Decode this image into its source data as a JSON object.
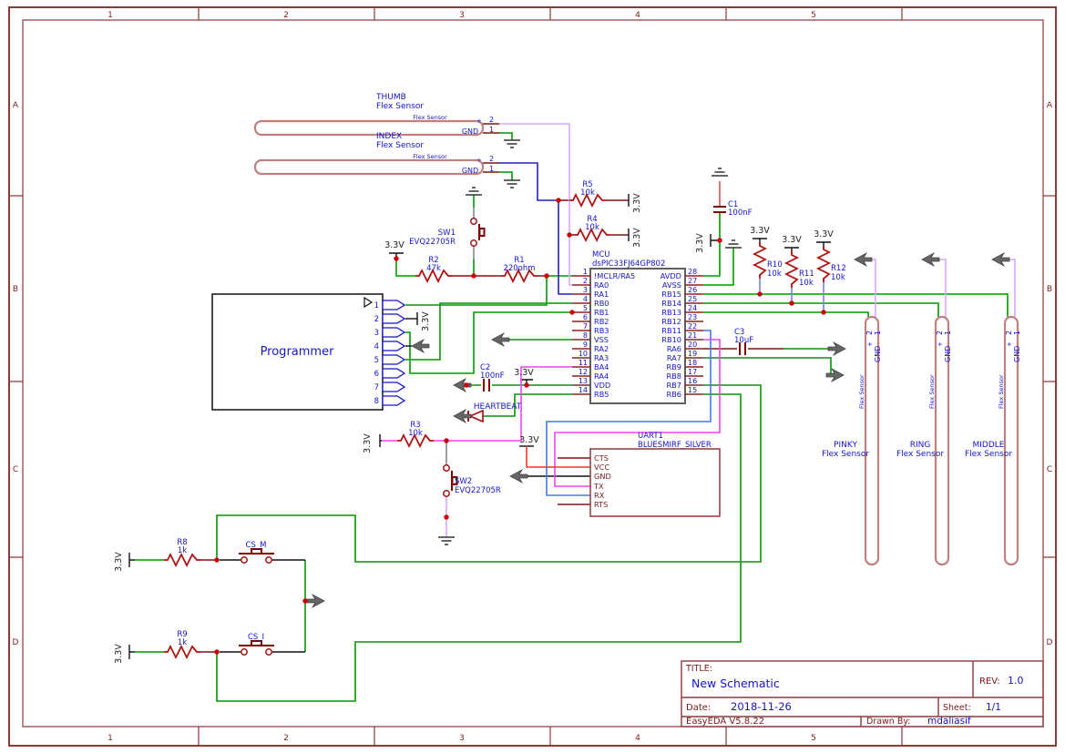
{
  "frame": {
    "columns": [
      "1",
      "2",
      "3",
      "4",
      "5"
    ],
    "rows": [
      "A",
      "B",
      "C",
      "D"
    ]
  },
  "title_block": {
    "title_label": "TITLE:",
    "title": "New Schematic",
    "rev_label": "REV:",
    "rev": "1.0",
    "date_label": "Date:",
    "date": "2018-11-26",
    "sheet_label": "Sheet:",
    "sheet": "1/1",
    "tool_version": "EasyEDA V5.8.22",
    "drawn_by_label": "Drawn By:",
    "drawn_by": "mdaliasif"
  },
  "power": {
    "v33": "3.3V"
  },
  "mcu": {
    "ref": "MCU",
    "part": "dsPIC33FJ64GP802",
    "left_pins": [
      [
        "1",
        "!MCLR/RA5"
      ],
      [
        "2",
        "RA0"
      ],
      [
        "3",
        "RA1"
      ],
      [
        "4",
        "RB0"
      ],
      [
        "5",
        "RB1"
      ],
      [
        "6",
        "RB2"
      ],
      [
        "7",
        "RB3"
      ],
      [
        "8",
        "VSS"
      ],
      [
        "9",
        "RA2"
      ],
      [
        "10",
        "RA3"
      ],
      [
        "11",
        "BA4"
      ],
      [
        "12",
        "RA4"
      ],
      [
        "13",
        "VDD"
      ],
      [
        "14",
        "RB5"
      ]
    ],
    "right_pins": [
      [
        "28",
        "AVDD"
      ],
      [
        "27",
        "AVSS"
      ],
      [
        "26",
        "RB15"
      ],
      [
        "25",
        "RB14"
      ],
      [
        "24",
        "RB13"
      ],
      [
        "23",
        "RB12"
      ],
      [
        "22",
        "RB11"
      ],
      [
        "21",
        "RB10"
      ],
      [
        "20",
        "RA6"
      ],
      [
        "19",
        "RA7"
      ],
      [
        "18",
        "RB9"
      ],
      [
        "17",
        "RB8"
      ],
      [
        "16",
        "RB7"
      ],
      [
        "15",
        "RB6"
      ]
    ]
  },
  "programmer": {
    "label": "Programmer",
    "pins": [
      "1",
      "2",
      "3",
      "4",
      "5",
      "6",
      "7",
      "8"
    ]
  },
  "uart": {
    "ref": "UART1",
    "part": "BLUESMIRF_SILVER",
    "pins": [
      "CTS",
      "VCC",
      "GND",
      "TX",
      "RX",
      "RTS"
    ]
  },
  "resistors": {
    "r1": [
      "R1",
      "220ohm"
    ],
    "r2": [
      "R2",
      "47k"
    ],
    "r3": [
      "R3",
      "10k"
    ],
    "r4": [
      "R4",
      "10k"
    ],
    "r5": [
      "R5",
      "10k"
    ],
    "r8": [
      "R8",
      "1k"
    ],
    "r9": [
      "R9",
      "1k"
    ],
    "r10": [
      "R10",
      "10k"
    ],
    "r11": [
      "R11",
      "10k"
    ],
    "r12": [
      "R12",
      "10k"
    ]
  },
  "capacitors": {
    "c1": [
      "C1",
      "100nF"
    ],
    "c2": [
      "C2",
      "100nF"
    ],
    "c3": [
      "C3",
      "10uF"
    ]
  },
  "switches": {
    "sw1": [
      "SW1",
      "EVQ22705R"
    ],
    "sw2": [
      "SW2",
      "EVQ22705R"
    ],
    "cs_m": "CS_M",
    "cs_i": "CS_I"
  },
  "diode": {
    "ref": "HEARTBEAT"
  },
  "flex": {
    "part": "Flex Sensor",
    "pin2": "2",
    "pin1": "1",
    "plus": "+",
    "gnd": "GND",
    "horizontal": [
      "THUMB",
      "INDEX"
    ],
    "vertical": [
      "PINKY",
      "RING",
      "MIDDLE"
    ]
  },
  "colors": {
    "net_green": "#009900",
    "net_blue": "#2222B8",
    "net_rx_blue": "#4477EE",
    "net_magenta": "#EE44EE",
    "net_lavender": "#D8A8F8",
    "net_red": "#FF3333",
    "component_maroon": "#800000",
    "text_blue": "#1414CC",
    "text_maroon": "#7A1A1A",
    "frame_border": "#8B3A3A",
    "junction_dot": "#CC0000"
  }
}
